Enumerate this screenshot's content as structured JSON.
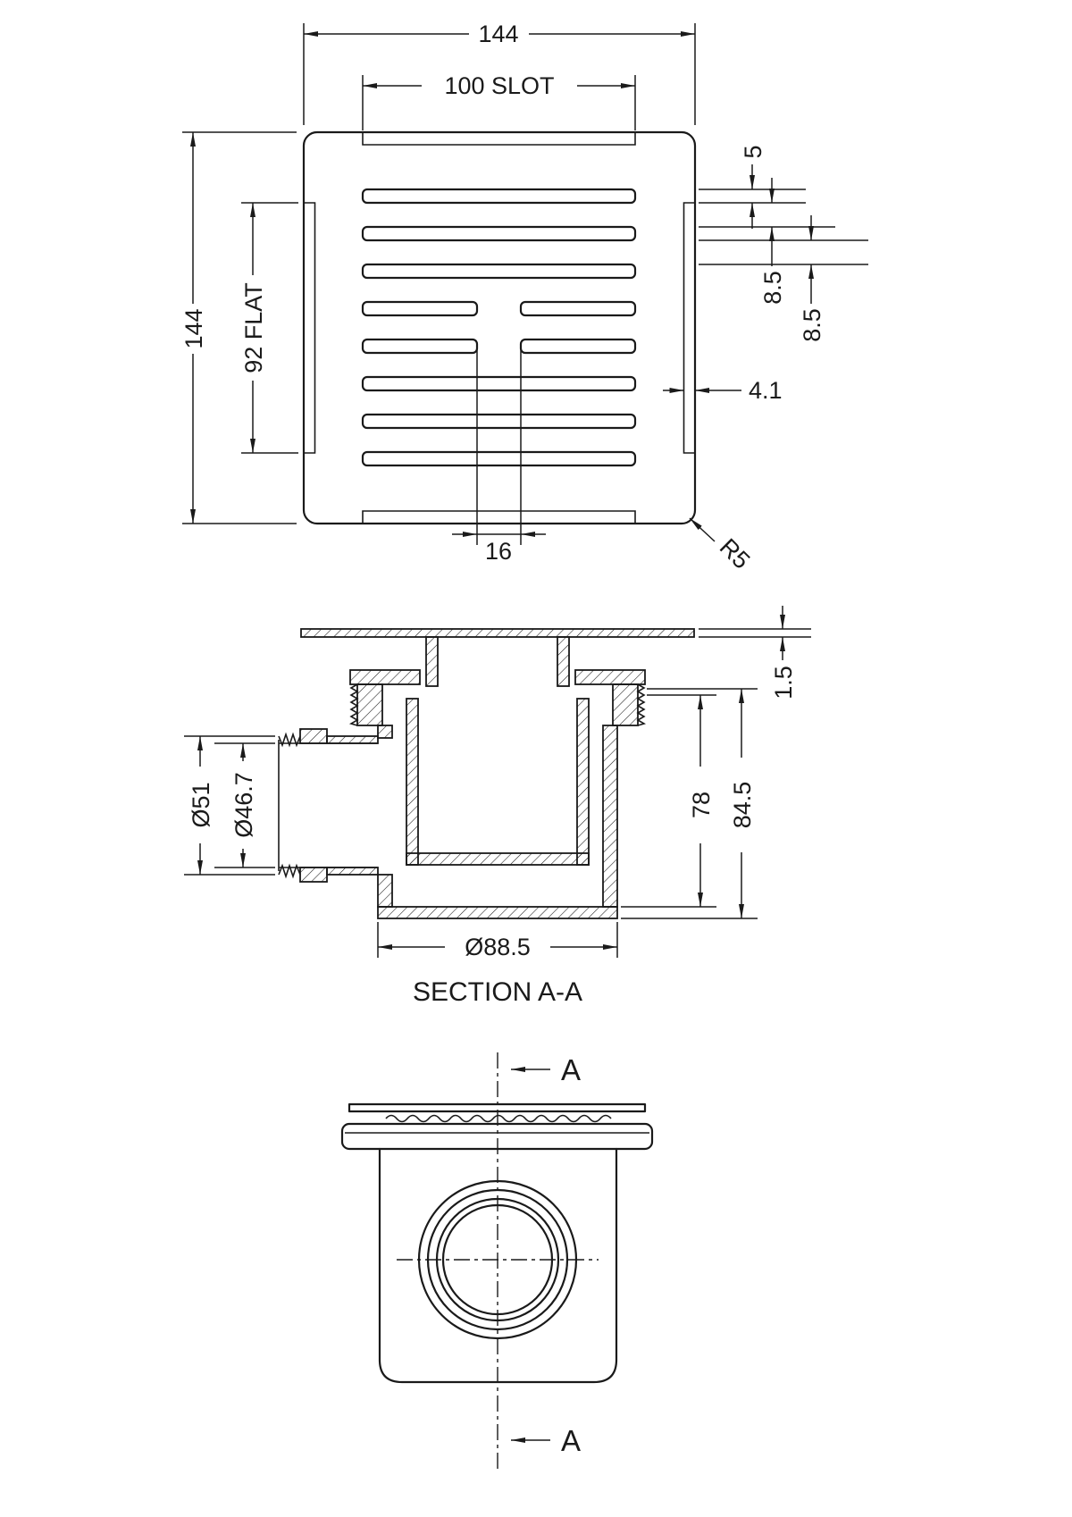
{
  "top_view": {
    "dim_width": "144",
    "dim_slot": "100  SLOT",
    "dim_height": "144",
    "dim_flat": "92  FLAT",
    "dim_slot_height": "5",
    "dim_gap_a": "8.5",
    "dim_gap_b": "8.5",
    "dim_rim": "4.1",
    "dim_center_gap": "16",
    "dim_corner_radius": "R5"
  },
  "section_view": {
    "title": "SECTION A-A",
    "dim_plate_thickness": "1.5",
    "dim_outlet_od": "Ø51",
    "dim_outlet_id": "Ø46.7",
    "dim_body_depth": "78",
    "dim_total_height": "84.5",
    "dim_body_od": "Ø88.5"
  },
  "plan_view": {
    "section_label_top": "A",
    "section_label_bottom": "A"
  },
  "colors": {
    "line": "#1a1a1a",
    "background": "#ffffff"
  }
}
